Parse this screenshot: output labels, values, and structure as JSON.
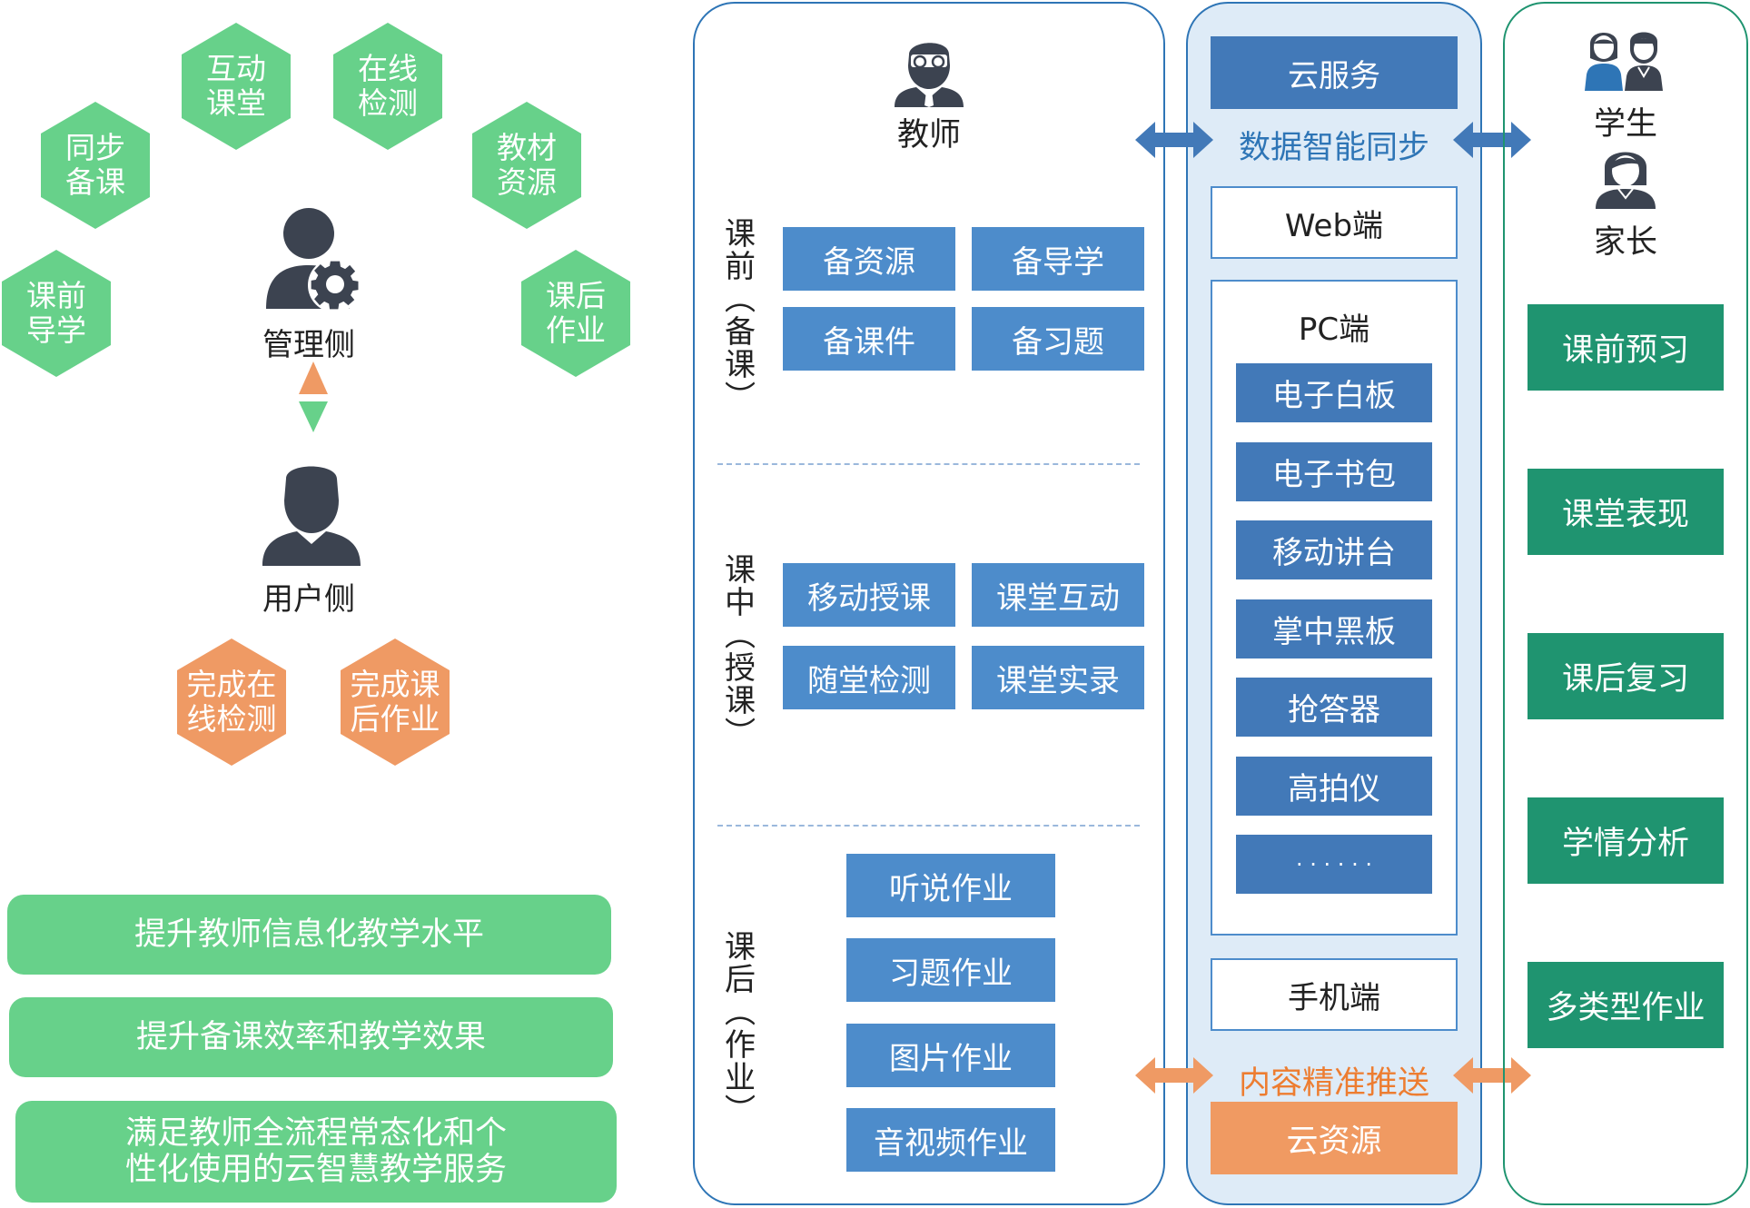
{
  "management": {
    "hexagons": [
      "互动\n课堂",
      "在线\n检测",
      "同步\n备课",
      "教材\n资源",
      "课前\n导学",
      "课后\n作业"
    ],
    "manager_label": "管理侧",
    "user_label": "用户侧",
    "user_hexagons": [
      "完成在\n线检测",
      "完成课\n后作业"
    ]
  },
  "goals": [
    "提升教师信息化教学水平",
    "提升备课效率和教学效果",
    "满足教师全流程常态化和个\n性化使用的云智慧教学服务"
  ],
  "teacher": {
    "label": "教师",
    "phases": [
      {
        "label": "课\n前\n︵\n备\n课\n︶",
        "items": [
          "备资源",
          "备导学",
          "备课件",
          "备习题"
        ]
      },
      {
        "label": "课\n中\n︵\n授\n课\n︶",
        "items": [
          "移动授课",
          "课堂互动",
          "随堂检测",
          "课堂实录"
        ]
      },
      {
        "label": "课\n后\n︵\n作\n业\n︶",
        "items": [
          "听说作业",
          "习题作业",
          "图片作业",
          "音视频作业"
        ]
      }
    ]
  },
  "cloud": {
    "service": "云服务",
    "sync": "数据智能同步",
    "web": "Web端",
    "pc": "PC端",
    "pc_items": [
      "电子白板",
      "电子书包",
      "移动讲台",
      "掌中黑板",
      "抢答器",
      "高拍仪",
      "· · · · · ·"
    ],
    "mobile": "手机端",
    "push": "内容精准推送",
    "resource": "云资源"
  },
  "student": {
    "student_label": "学生",
    "parent_label": "家长",
    "items": [
      "课前预习",
      "课堂表现",
      "课后复习",
      "学情分析",
      "多类型作业"
    ]
  },
  "colors": {
    "hex_green": "#67d18a",
    "hex_orange": "#ef9a64",
    "blue": "#4d8ccb",
    "pc_blue": "#4279b8",
    "teal": "#1f9470",
    "orange": "#ef9a64",
    "cloud_bg": "#deebf7",
    "sync_text": "#2e75b6",
    "push_text": "#ed7d31"
  }
}
